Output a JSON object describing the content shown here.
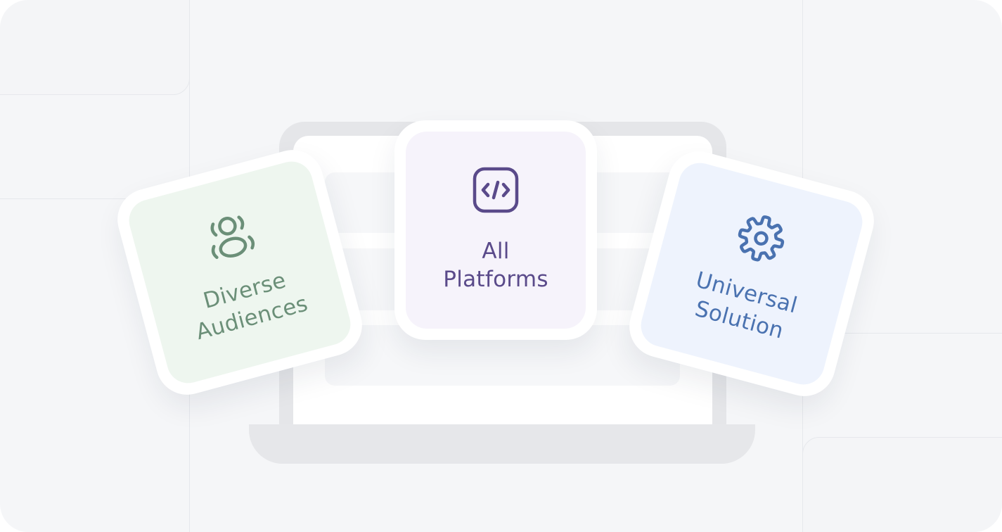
{
  "cards": [
    {
      "id": "diverse-audiences",
      "line1": "Diverse",
      "line2": "Audiences",
      "icon": "users-icon",
      "color": "#6b8f78",
      "bg": "#eef6ef"
    },
    {
      "id": "all-platforms",
      "line1": "All",
      "line2": "Platforms",
      "icon": "code-icon",
      "color": "#5a4a8a",
      "bg": "#f6f3fb"
    },
    {
      "id": "universal-solution",
      "line1": "Universal",
      "line2": "Solution",
      "icon": "gear-icon",
      "color": "#4a72b0",
      "bg": "#eef3fd"
    }
  ]
}
